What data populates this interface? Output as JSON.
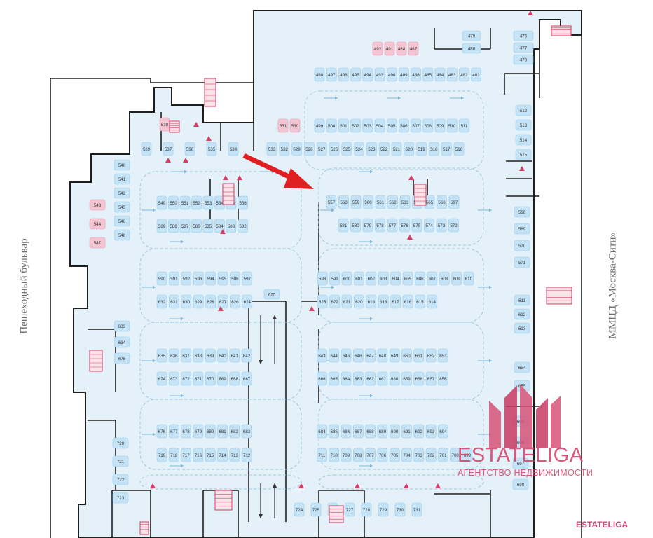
{
  "labels": {
    "left_street": "Пешеходный бульвар",
    "right_street": "ММЦД «Москва-Сити»"
  },
  "watermark": {
    "main": "ESTATELIGA",
    "sub": "АГЕНТСТВО НЕДВИЖИМОСТИ",
    "corner": "ESTATELIGA"
  },
  "colors": {
    "floor": "#e4f1f9",
    "spot": "#c5e3f6",
    "wall": "#1e1e1e",
    "accent": "#d63c64",
    "arrow": "#e02020"
  },
  "rows": [
    {
      "labels": [
        "498",
        "497",
        "496",
        "495",
        "494",
        "493",
        "490",
        "489",
        "486",
        "485",
        "484",
        "483",
        "482",
        "481"
      ]
    },
    {
      "labels": [
        "492",
        "491",
        "488",
        "487"
      ],
      "hl": [
        0,
        1,
        2,
        3
      ]
    },
    {
      "labels": [
        "479",
        "480"
      ]
    },
    {
      "labels": [
        "476",
        "477",
        "478"
      ]
    },
    {
      "labels": [
        "499",
        "500",
        "501",
        "502",
        "503",
        "504",
        "505",
        "506",
        "507",
        "508",
        "509",
        "510",
        "511"
      ]
    },
    {
      "labels": [
        "531",
        "530"
      ],
      "hl": [
        0,
        1
      ]
    },
    {
      "labels": [
        "533",
        "532",
        "529",
        "528",
        "527",
        "526",
        "525",
        "524",
        "523",
        "522",
        "521",
        "520",
        "519",
        "518",
        "517",
        "516"
      ]
    },
    {
      "labels": [
        "538"
      ],
      "hl": [
        0
      ]
    },
    {
      "labels": [
        "539",
        "537",
        "536",
        "535",
        "534"
      ]
    },
    {
      "labels": [
        "512",
        "513",
        "514",
        "515"
      ]
    },
    {
      "labels": [
        "540",
        "541",
        "542",
        "545",
        "546",
        "548"
      ]
    },
    {
      "labels": [
        "543",
        "544",
        "547"
      ],
      "hl": [
        0,
        1,
        2
      ]
    },
    {
      "labels": [
        "549",
        "550",
        "551",
        "552",
        "553",
        "554",
        "555",
        "556"
      ]
    },
    {
      "labels": [
        "589",
        "588",
        "587",
        "586",
        "585",
        "584",
        "583",
        "582"
      ]
    },
    {
      "labels": [
        "557",
        "558",
        "559",
        "560",
        "561",
        "562",
        "563",
        "564",
        "565",
        "566",
        "567"
      ]
    },
    {
      "labels": [
        "581",
        "580",
        "579",
        "578",
        "577",
        "576",
        "575",
        "574",
        "573",
        "572"
      ]
    },
    {
      "labels": [
        "568",
        "569",
        "570",
        "571"
      ]
    },
    {
      "labels": [
        "590",
        "591",
        "592",
        "593",
        "594",
        "595",
        "596",
        "597",
        "598",
        "599",
        "600",
        "601",
        "602",
        "603",
        "604",
        "605",
        "606",
        "607",
        "608",
        "609",
        "610"
      ]
    },
    {
      "labels": [
        "632",
        "631",
        "630",
        "629",
        "628",
        "627",
        "626",
        "624",
        "623",
        "622",
        "621",
        "620",
        "619",
        "618",
        "617",
        "616",
        "615",
        "614"
      ]
    },
    {
      "labels": [
        "625"
      ]
    },
    {
      "labels": [
        "611",
        "612",
        "613"
      ]
    },
    {
      "labels": [
        "633",
        "634",
        "675"
      ]
    },
    {
      "labels": [
        "635",
        "636",
        "637",
        "638",
        "639",
        "640",
        "641",
        "642",
        "643",
        "644",
        "645",
        "646",
        "647",
        "648",
        "649",
        "650",
        "651",
        "652",
        "653"
      ]
    },
    {
      "labels": [
        "674",
        "673",
        "672",
        "671",
        "670",
        "669",
        "668",
        "667",
        "666",
        "665",
        "664",
        "663",
        "662",
        "661",
        "660",
        "659",
        "658",
        "657",
        "656"
      ]
    },
    {
      "labels": [
        "654",
        "655"
      ]
    },
    {
      "labels": [
        "676",
        "677",
        "678",
        "679",
        "680",
        "681",
        "682",
        "683",
        "684",
        "685",
        "686",
        "687",
        "688",
        "689",
        "690",
        "691",
        "692",
        "693",
        "694"
      ]
    },
    {
      "labels": [
        "719",
        "718",
        "717",
        "716",
        "715",
        "714",
        "713",
        "712",
        "711",
        "710",
        "709",
        "708",
        "707",
        "706",
        "705",
        "704",
        "703",
        "702",
        "701",
        "700",
        "699"
      ]
    },
    {
      "labels": [
        "695",
        "696",
        "697",
        "698"
      ]
    },
    {
      "labels": [
        "720",
        "721",
        "722",
        "723"
      ]
    },
    {
      "labels": [
        "724",
        "725",
        "726",
        "727",
        "728",
        "729",
        "730",
        "731"
      ]
    }
  ]
}
